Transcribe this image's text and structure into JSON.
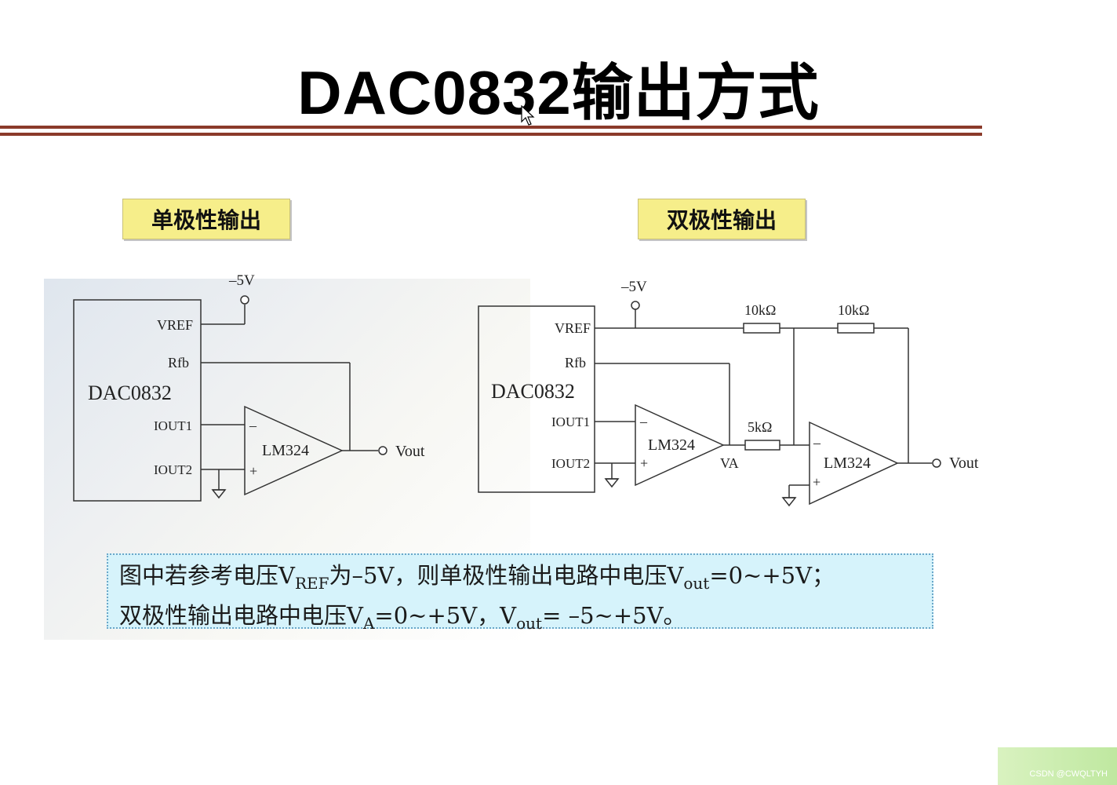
{
  "slide": {
    "title": "DAC0832输出方式",
    "unipolar_label": "单极性输出",
    "bipolar_label": "双极性输出",
    "note_line1": {
      "part1": "图中若参考电压V",
      "sub1": "REF",
      "part2": "为–5V，则单极性输出电路中电压V",
      "sub2": "out",
      "part3": "=0~+5V；"
    },
    "note_line2": {
      "part1": "双极性输出电路中电压V",
      "sub1": "A",
      "part2": "=0~+5V，V",
      "sub2": "out",
      "part3": "= –5~+5V。"
    }
  },
  "unipolar_circuit": {
    "supply": "–5V",
    "pin_vref": "VREF",
    "pin_rfb": "Rfb",
    "chip": "DAC0832",
    "pin_iout1": "IOUT1",
    "pin_iout2": "IOUT2",
    "opamp": "LM324",
    "minus": "–",
    "plus": "+",
    "output": "Vout"
  },
  "bipolar_circuit": {
    "supply": "–5V",
    "pin_vref": "VREF",
    "pin_rfb": "Rfb",
    "chip": "DAC0832",
    "pin_iout1": "IOUT1",
    "pin_iout2": "IOUT2",
    "opamp1": "LM324",
    "opamp2": "LM324",
    "minus": "–",
    "plus": "+",
    "res1": "10kΩ",
    "res2": "10kΩ",
    "res3": "5kΩ",
    "node_va": "VA",
    "output": "Vout"
  },
  "watermark": "CSDN @CWQLTYH"
}
